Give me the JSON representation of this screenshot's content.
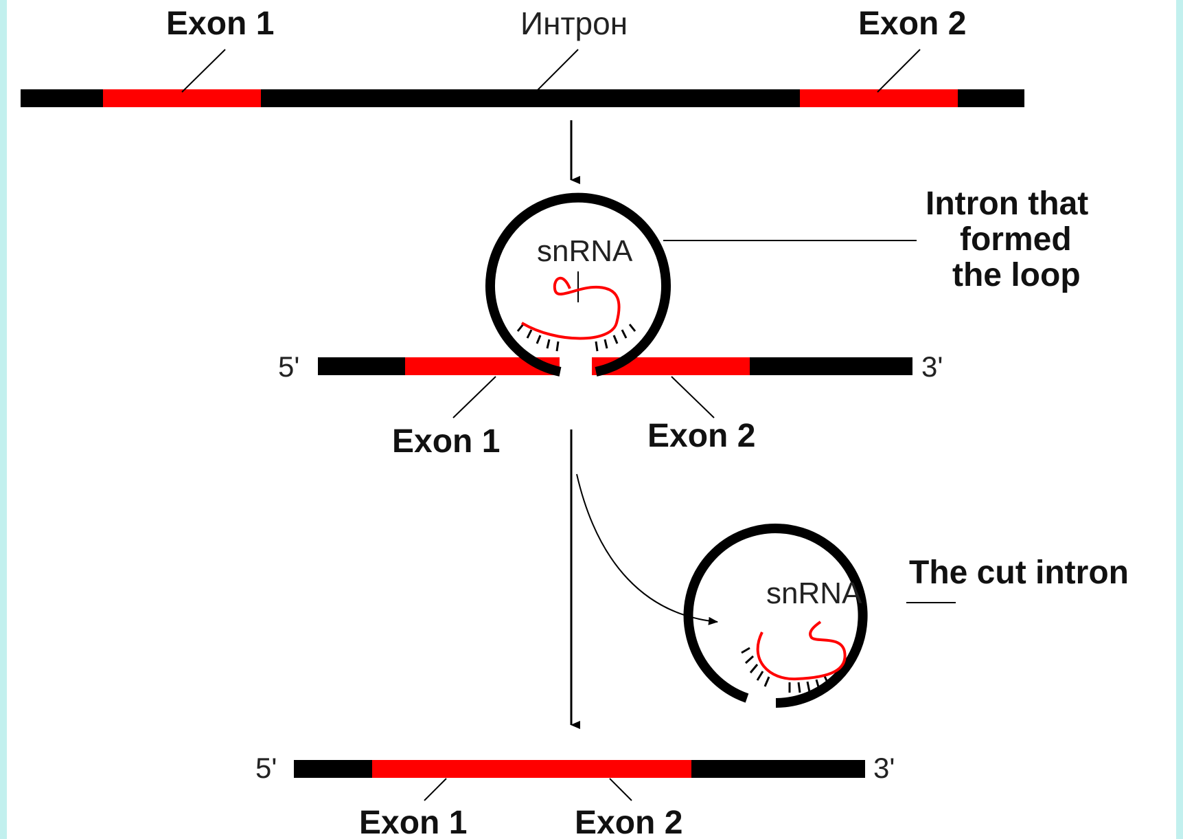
{
  "colors": {
    "background": "#c2f0ee",
    "strand": "#000000",
    "exon": "#ff0000",
    "text": "#111111"
  },
  "top_strand": {
    "exon1_label": "Exon 1",
    "intron_label": "Интрон",
    "exon2_label": "Exon 2"
  },
  "middle": {
    "snrna_label": "snRNA",
    "loop_label_line1": "Intron  that",
    "loop_label_line2": "formed",
    "loop_label_line3": "the loop",
    "five_prime": "5'",
    "three_prime": "3'",
    "exon1_label": "Exon 1",
    "exon2_label": "Exon 2"
  },
  "cut": {
    "snrna_label": "snRNA",
    "cut_intron_label": "The cut intron"
  },
  "bottom_strand": {
    "five_prime": "5'",
    "three_prime": "3'",
    "exon1_label": "Exon 1",
    "exon2_label": "Exon 2"
  }
}
